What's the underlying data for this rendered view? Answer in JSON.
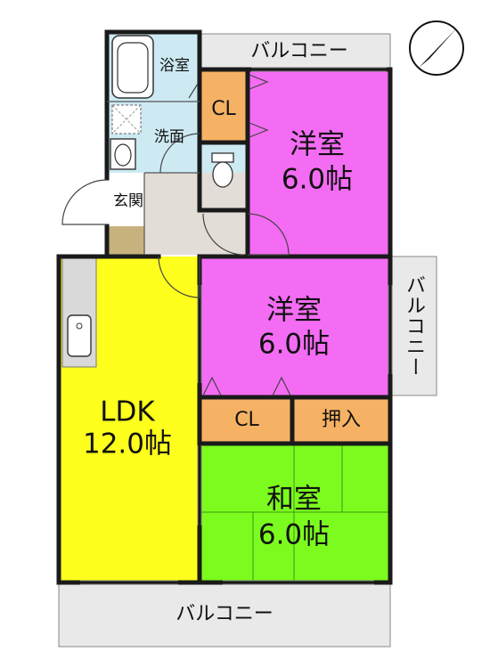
{
  "rooms": {
    "bath": "浴室",
    "washroom": "洗面",
    "entrance": "玄関",
    "closet_top": "CL",
    "closet_mid": "CL",
    "oshiire": "押入",
    "western_top": {
      "name": "洋室",
      "size": "6.0帖"
    },
    "western_mid": {
      "name": "洋室",
      "size": "6.0帖"
    },
    "japanese": {
      "name": "和室",
      "size": "6.0帖"
    },
    "ldk": {
      "name": "LDK",
      "size": "12.0帖"
    }
  },
  "balconies": {
    "top": "バルコニー",
    "right": "バルコニー",
    "bottom": "バルコニー"
  },
  "colors": {
    "western": "#f46cf4",
    "ldk": "#ffff1e",
    "japanese": "#7cfc1e",
    "closet": "#f6b264",
    "water": "#cdeaf3",
    "balcony": "#e9e9e9",
    "floor": "#e3ddd7",
    "kitchen": "#d9d9d9",
    "step": "#c7b27e"
  },
  "icons": [
    "compass-icon",
    "bathtub-icon",
    "washbasin-icon",
    "toilet-icon",
    "kitchen-sink-icon"
  ]
}
